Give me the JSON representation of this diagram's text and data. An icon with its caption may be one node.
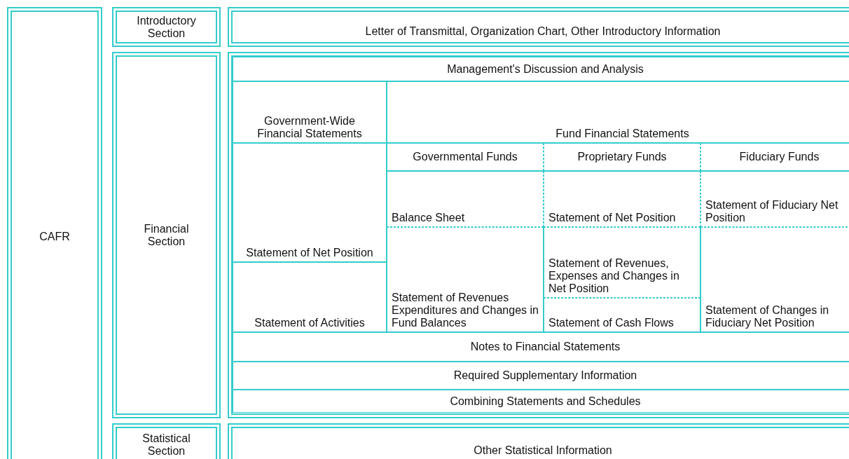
{
  "diagram": {
    "nodes": [
      {
        "text": [
          "CAFR"
        ]
      },
      {
        "text": [
          "Introductory Section"
        ]
      },
      {
        "text": [
          "Letter of Transmittal, Organization Chart, Other Introductory Information"
        ]
      },
      {
        "text": [
          "Financial Section"
        ]
      },
      {
        "text": [],
        "shape": "box"
      },
      {
        "text": [
          "Management's Discussion and Analysis"
        ],
        "in": 4
      },
      {
        "text": [
          "Government-Wide Financial Statements"
        ],
        "in": 4
      },
      {
        "text": [
          "Fund Financial Statements"
        ],
        "in": 4
      },
      {
        "text": [
          "Governmental Funds"
        ],
        "in": 4
      },
      {
        "text": [
          "Proprietary Funds"
        ],
        "in": 4
      },
      {
        "text": [
          "Fiduciary Funds"
        ],
        "in": 4
      },
      {
        "text": [
          "Statement of Net Position"
        ],
        "in": 4
      },
      {
        "text": [
          "Statement of Activities"
        ],
        "in": 4
      },
      {
        "text": [
          "Balance Sheet"
        ],
        "in": 4
      },
      {
        "text": [
          "Statement of Revenues Expenditures and Changes in Fund Balances"
        ],
        "in": 4
      },
      {
        "text": [
          "Statement of Net Position"
        ],
        "in": 4
      },
      {
        "text": [
          "Statement of Revenues, Expenses and Changes in Net Position"
        ],
        "in": 4
      },
      {
        "text": [
          "Statement of Cash Flows"
        ],
        "in": 4
      },
      {
        "text": [
          "Statement of Fiduciary Net Position"
        ],
        "in": 4
      },
      {
        "text": [
          "Statement of Changes in Fiduciary Net Position"
        ],
        "in": 4
      },
      {
        "text": [
          "Notes to Financial Statements"
        ],
        "in": 4
      },
      {
        "text": [
          "Required Supplementary Information"
        ],
        "in": 4
      },
      {
        "text": [
          "Combining Statements and Schedules"
        ],
        "in": 4
      },
      {
        "text": [
          "Statistical Section"
        ]
      },
      {
        "text": [
          "Other Statistical Information"
        ]
      }
    ]
  }
}
